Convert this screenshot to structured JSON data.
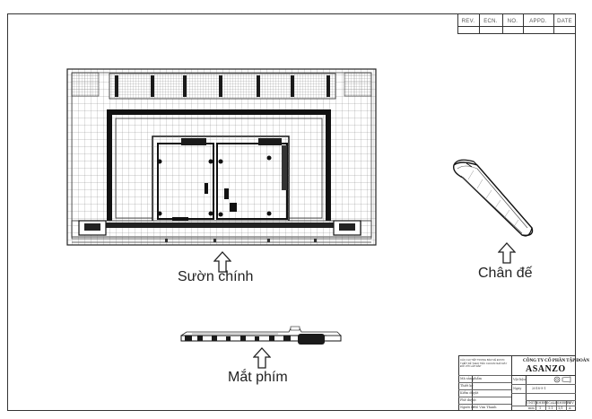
{
  "revision_table": {
    "headers": [
      "REV.",
      "ECN.",
      "NO.",
      "APPD.",
      "DATE"
    ]
  },
  "parts": {
    "main_frame": {
      "label": "Sườn chính"
    },
    "stand": {
      "label": "Chân đế"
    },
    "key_panel": {
      "label": "Mắt phím"
    }
  },
  "title_block": {
    "company": "CÔNG TY CỔ PHẦN TẬP ĐOÀN",
    "brand": "ASANZO",
    "notes_left": "CÁC CHI TIẾT TRONG BẢN VẼ ĐƯỢC THIẾT KẾ THEO TIÊU CHUẨN NHÀ MÁY ĐỐI VỚI LẮP RÁP",
    "rows": [
      "Mã sản phẩm",
      "Thiết kế",
      "Kiểm duyệt",
      "Phê duyệt",
      "Người vẽ"
    ],
    "fields": {
      "material_label": "Vật liệu",
      "date_label": "Ngày",
      "date_value": "2018-9-1",
      "drawer_value": "Hồ Văn Thanh",
      "bottom_headers": [
        "UNITS",
        "SHEET",
        "SCALE",
        "SHEETS",
        "REV"
      ],
      "bottom_values": [
        "mm",
        "1",
        "1:1",
        "1/1",
        "A"
      ]
    }
  }
}
